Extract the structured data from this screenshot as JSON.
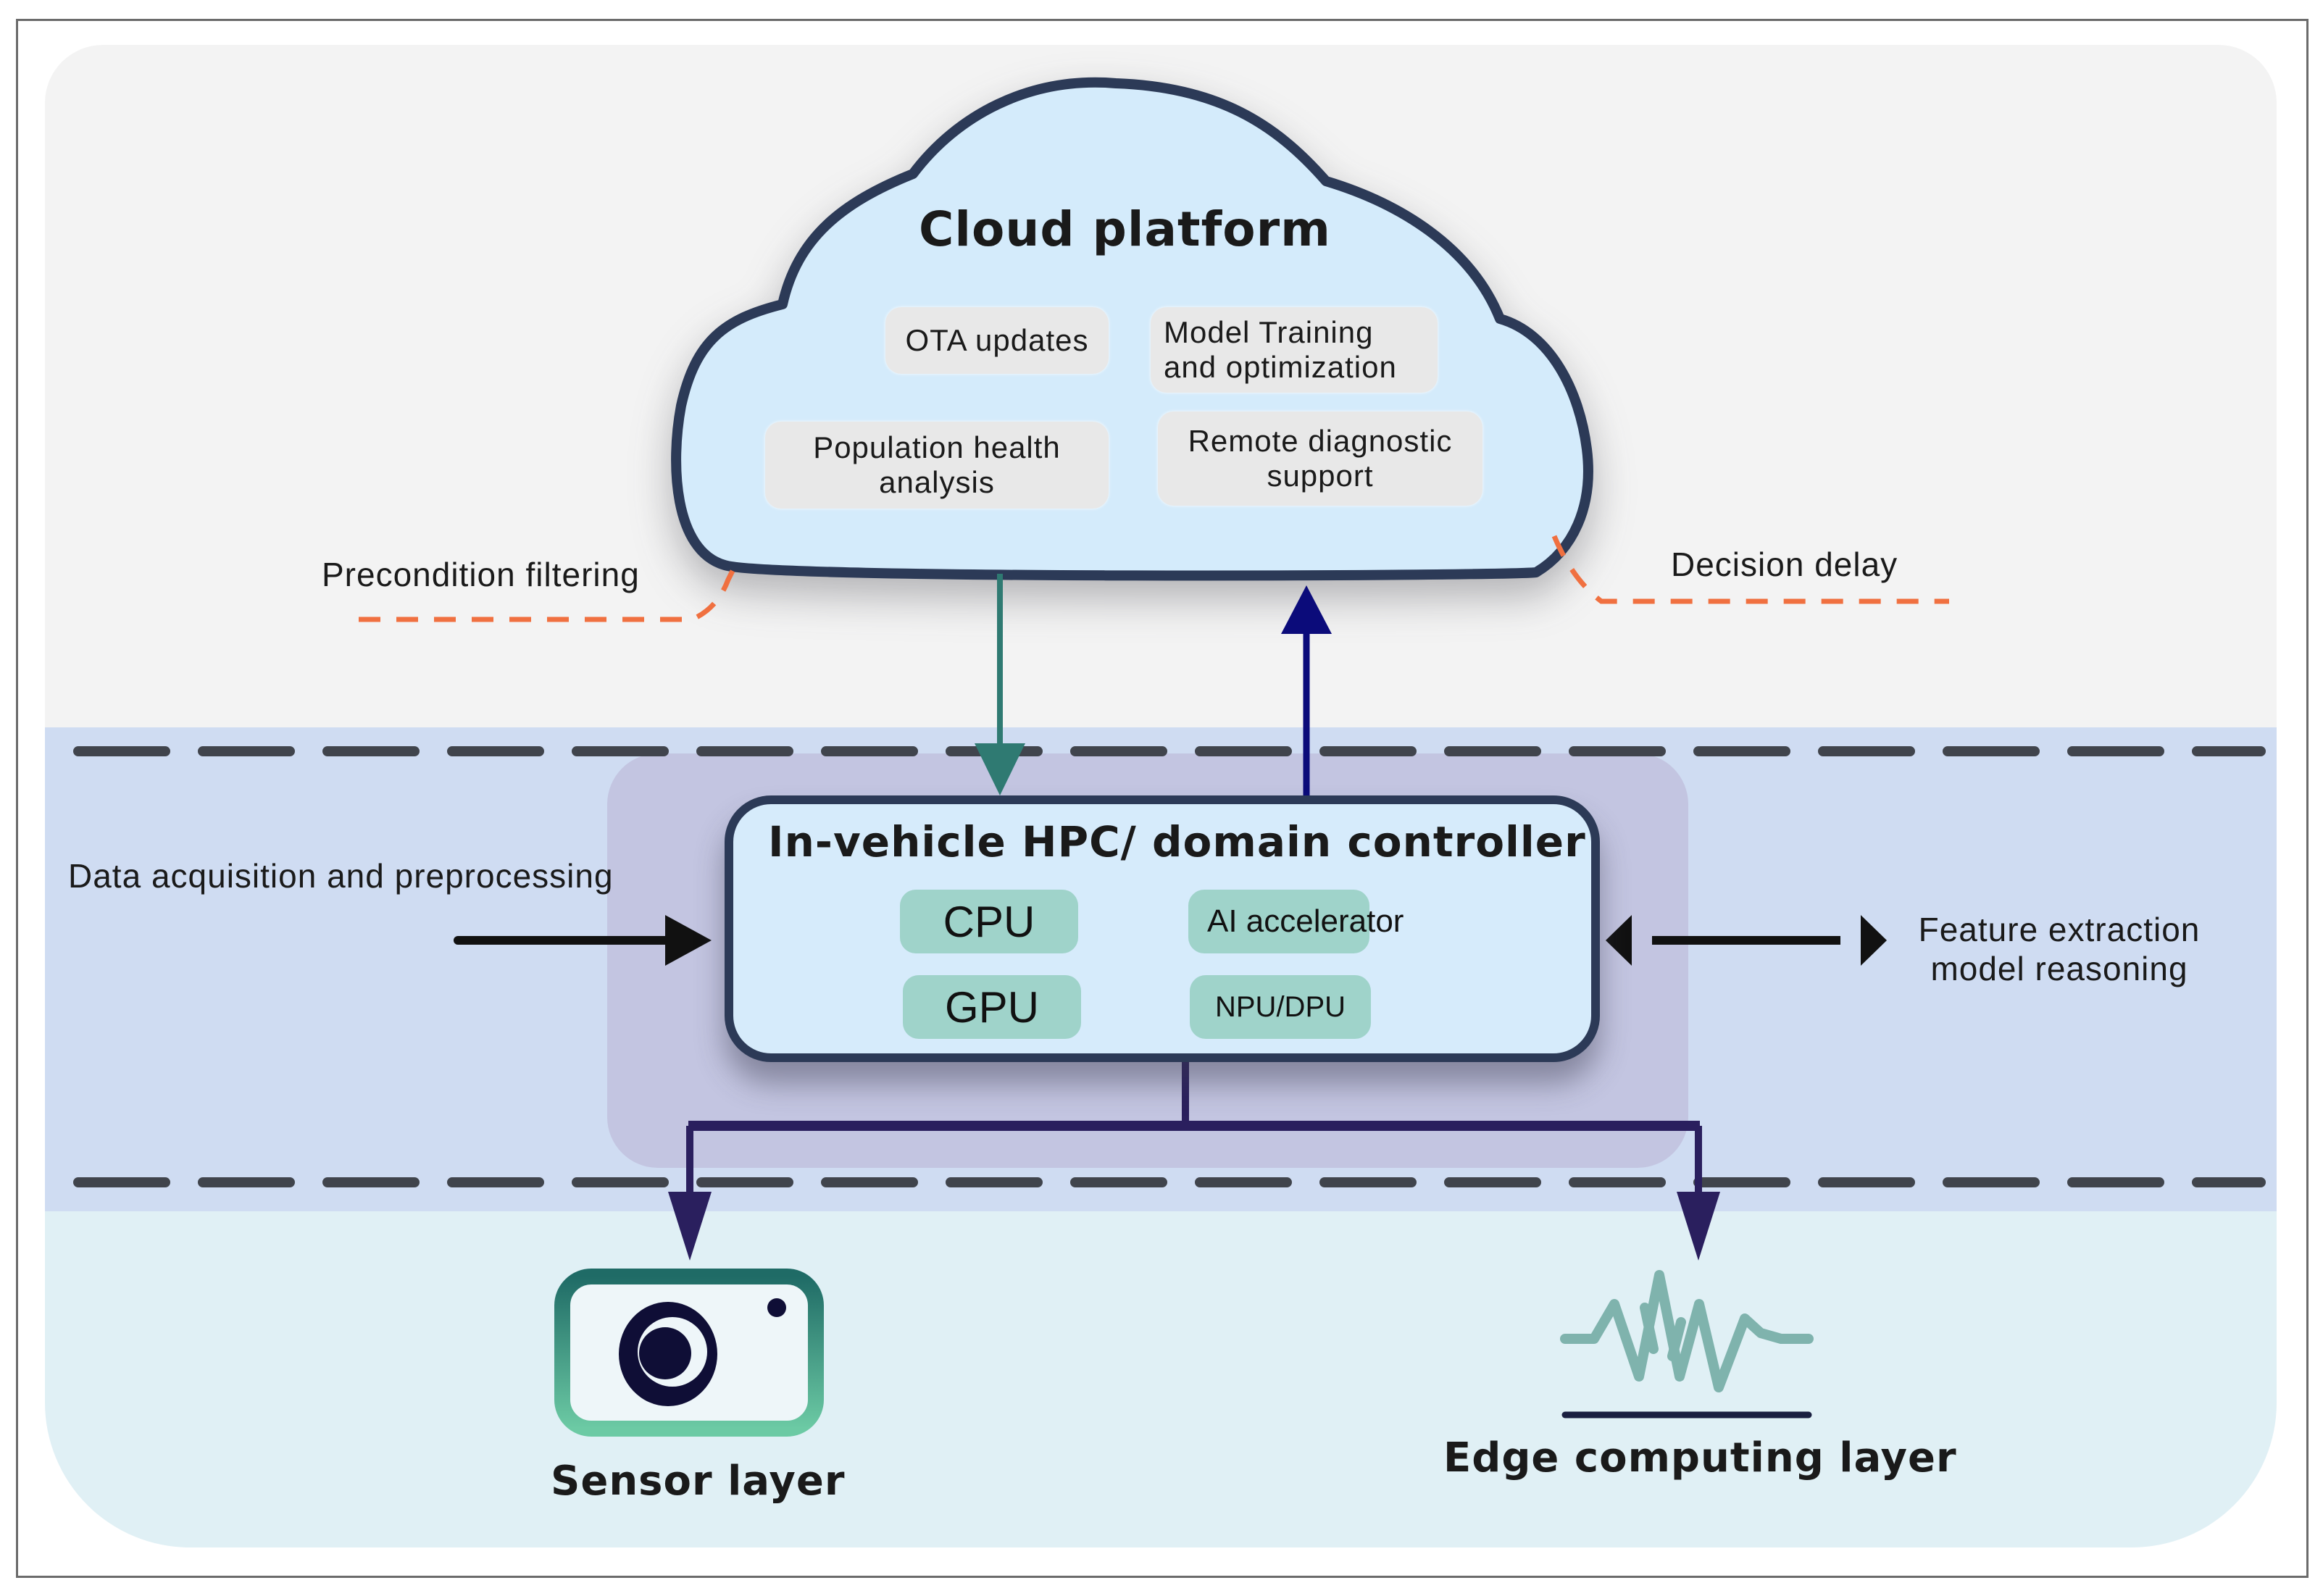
{
  "layers": {
    "cloud": {
      "title": "Cloud platform",
      "services": [
        {
          "label": "OTA updates"
        },
        {
          "label": "Model Training\nand optimization"
        },
        {
          "label": "Population health\nanalysis"
        },
        {
          "label": "Remote diagnostic\nsupport"
        }
      ],
      "left_annotation": "Precondition filtering",
      "right_annotation": "Decision delay"
    },
    "vehicle": {
      "title": "In-vehicle HPC/ domain controller",
      "units": [
        "CPU",
        "AI accelerator",
        "GPU",
        "NPU/DPU"
      ],
      "input_label": "Data acquisition and preprocessing",
      "output_label_line1": "Feature extraction",
      "output_label_line2": "model reasoning"
    },
    "sensor": {
      "label": "Sensor layer",
      "icon": "camera-icon"
    },
    "edge": {
      "label": "Edge computing layer",
      "icon": "waveform-icon"
    }
  },
  "colors": {
    "top_band": "#f3f3f3",
    "middle_band": "#cfdcf2",
    "bottom_band": "#e0f0f5",
    "cloud_fill": "#d4ebfb",
    "outline": "#2c3a57",
    "down_arrow": "#2f7a72",
    "up_arrow": "#0b0b7a",
    "branch_arrow": "#2a1f5e",
    "annotation_dash": "#f07040",
    "chip": "#9fd3ca"
  }
}
